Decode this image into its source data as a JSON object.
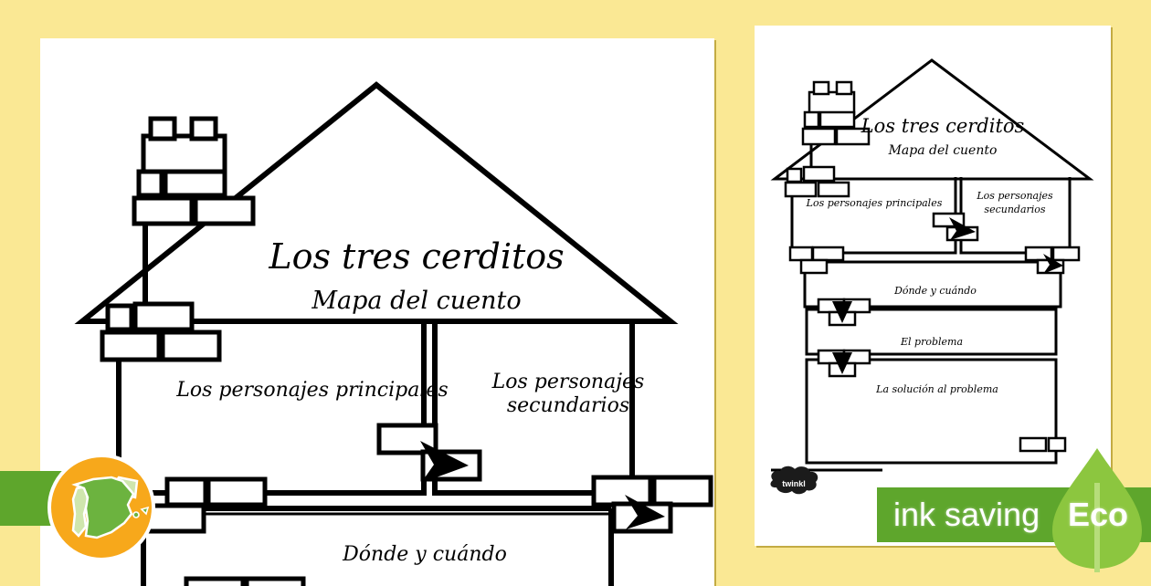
{
  "background_color": "#fae894",
  "worksheet": {
    "title": "Los tres cerditos",
    "subtitle": "Mapa del cuento",
    "sections": {
      "main_characters": "Los personajes principales",
      "secondary_characters_line1": "Los personajes",
      "secondary_characters_line2": "secundarios",
      "where_when": "Dónde y cuándo",
      "problem": "El problema",
      "solution": "La solución al problema"
    }
  },
  "thumbnail": {
    "title": "Los tres cerditos",
    "subtitle": "Mapa del cuento",
    "sections": {
      "main_characters": "Los personajes principales",
      "secondary_characters_line1": "Los personajes",
      "secondary_characters_line2": "secundarios",
      "where_when": "Dónde y cuándo",
      "problem": "El problema",
      "solution": "La solución al problema"
    },
    "logo_text": "twinkl"
  },
  "badges": {
    "eco": {
      "ink_saving_label": "ink saving",
      "eco_label": "Eco",
      "bar_color": "#5ea62c",
      "leaf_color": "#8cc63f"
    },
    "region": {
      "name": "spain-map-icon",
      "circle_color": "#f7a81b",
      "land_color": "#6cb33f"
    }
  }
}
